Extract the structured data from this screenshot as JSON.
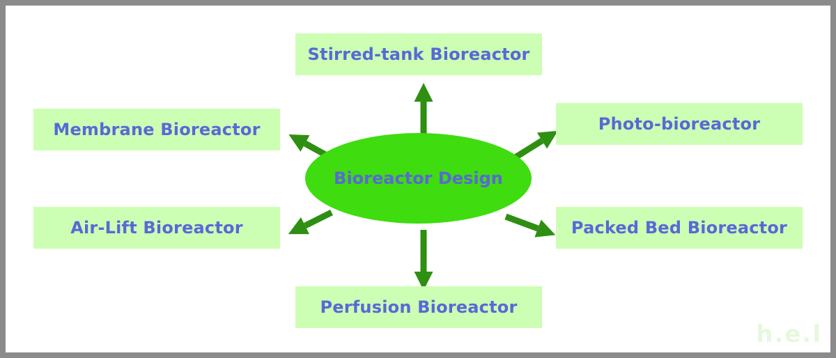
{
  "diagram": {
    "center": {
      "label": "Bioreactor Design",
      "color": "#3fdc0f"
    },
    "nodes": [
      {
        "id": "stirred-tank",
        "label": "Stirred-tank Bioreactor"
      },
      {
        "id": "membrane",
        "label": "Membrane Bioreactor"
      },
      {
        "id": "photo",
        "label": "Photo-bioreactor"
      },
      {
        "id": "air-lift",
        "label": "Air-Lift Bioreactor"
      },
      {
        "id": "packed-bed",
        "label": "Packed Bed Bioreactor"
      },
      {
        "id": "perfusion",
        "label": "Perfusion Bioreactor"
      }
    ],
    "colors": {
      "box_fill": "#ccffb3",
      "text": "#5a68d6",
      "arrow": "#2f8f12",
      "border": "#8b8b8b"
    }
  },
  "watermark": "h.e.l"
}
